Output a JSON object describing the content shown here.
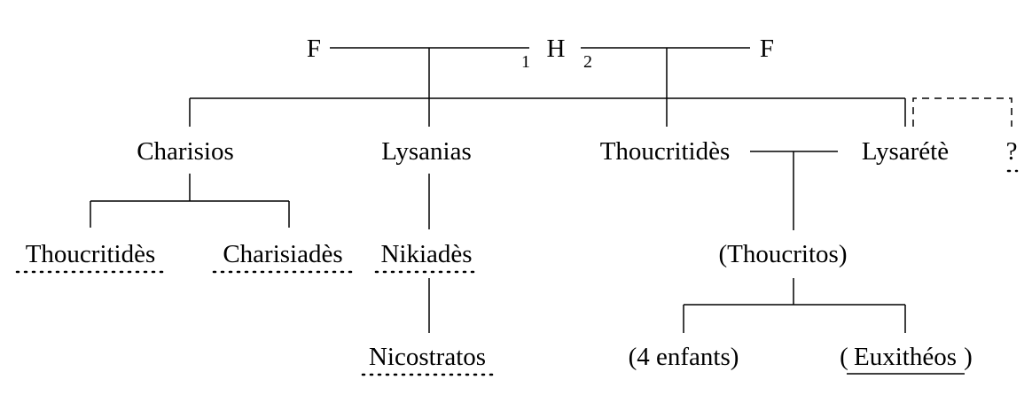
{
  "root": {
    "wife1_label": "F",
    "husband_label": "H",
    "marriage1_index": "1",
    "marriage2_index": "2",
    "wife2_label": "F"
  },
  "generation1": {
    "charisios": "Charisios",
    "lysanias": "Lysanias",
    "thoucritides": "Thoucritidès",
    "lysarete": "Lysarétè",
    "unknown": "?"
  },
  "generation2": {
    "thoucritides": "Thoucritidès",
    "charisiades": "Charisiadès",
    "nikiades": "Nikiadès",
    "thoucritos": "(Thoucritos)"
  },
  "generation3": {
    "nicostratos": "Nicostratos",
    "four_children": "(4 enfants)",
    "paren_open": "(",
    "euxitheos": "Euxithéos",
    "paren_close": ")"
  }
}
